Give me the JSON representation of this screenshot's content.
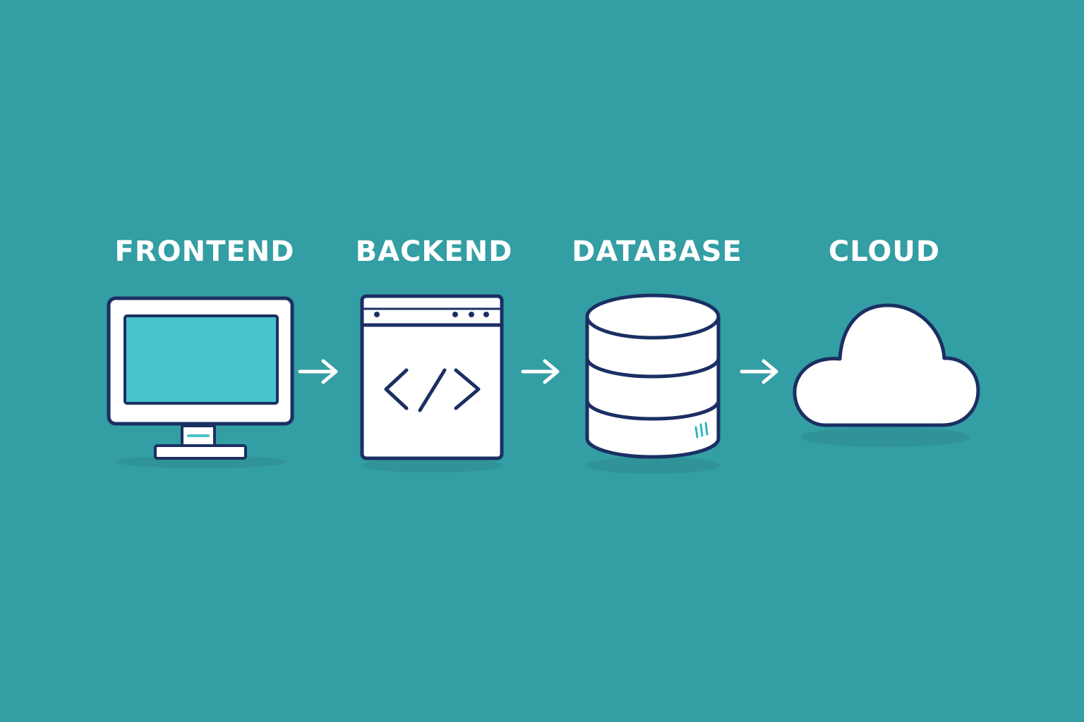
{
  "diagram": {
    "background_color": "#339EA3",
    "stroke_color": "#1B2F63",
    "fill_color": "#FFFFFF",
    "screen_color": "#48C3CC",
    "nodes": [
      {
        "id": "frontend",
        "label": "FRONTEND",
        "icon": "desktop-monitor-icon"
      },
      {
        "id": "backend",
        "label": "BACKEND",
        "icon": "code-window-icon"
      },
      {
        "id": "database",
        "label": "DATABASE",
        "icon": "database-cylinder-icon"
      },
      {
        "id": "cloud",
        "label": "CLOUD",
        "icon": "cloud-icon"
      }
    ],
    "edges": [
      {
        "from": "frontend",
        "to": "backend"
      },
      {
        "from": "backend",
        "to": "database"
      },
      {
        "from": "database",
        "to": "cloud"
      }
    ]
  }
}
